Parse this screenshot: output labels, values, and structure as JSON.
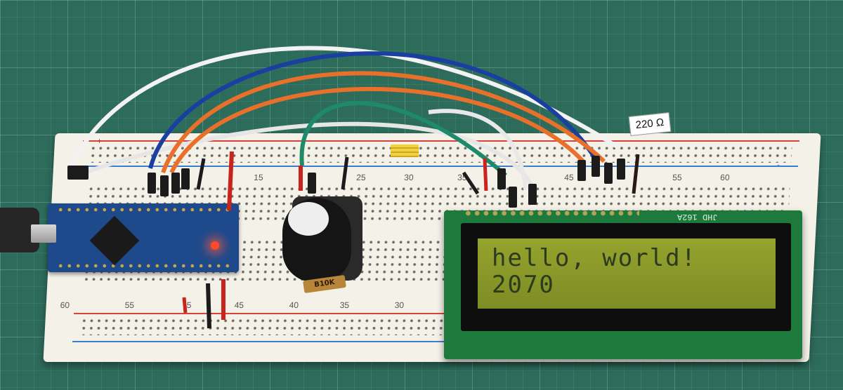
{
  "lcd": {
    "line1": "hello, world!",
    "line2": "2070",
    "model_marking": "JHD 162A"
  },
  "breadboard": {
    "top_numbers": [
      "15",
      "25",
      "30",
      "35",
      "45",
      "55",
      "60"
    ],
    "bottom_numbers": [
      "60",
      "55",
      "5",
      "45",
      "40",
      "35",
      "30"
    ],
    "rail_plus": "+",
    "rail_minus": "-"
  },
  "potentiometer": {
    "marking": "B10K"
  },
  "resistor_tag": {
    "text": "220 Ω"
  },
  "colors": {
    "mat": "#2d6b5b",
    "breadboard": "#f4f1e8",
    "rail_red": "#d9423a",
    "rail_blue": "#3a7fd0",
    "arduino": "#1e4a8c",
    "lcd_pcb": "#1e7a3c",
    "lcd_screen": "#8a9a2a",
    "wire_white": "#f2f2f2",
    "wire_orange": "#e8702a",
    "wire_blue": "#1a3fa0",
    "wire_green": "#1f8a6a",
    "wire_red": "#c8241c"
  }
}
